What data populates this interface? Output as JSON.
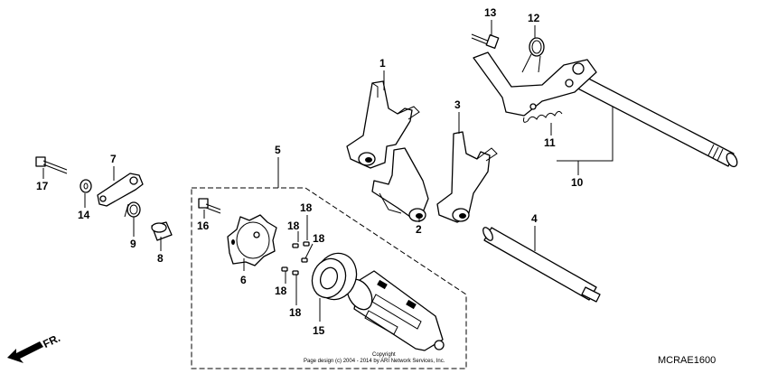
{
  "diagram": {
    "part_code": "MCRAE1600",
    "direction_label": "FR.",
    "copyright_line1": "Copyright",
    "copyright_line2": "Page design (c) 2004 - 2014 by ARI Network Services, Inc.",
    "callouts": [
      {
        "id": "c1",
        "label": "1"
      },
      {
        "id": "c2",
        "label": "2"
      },
      {
        "id": "c3",
        "label": "3"
      },
      {
        "id": "c4",
        "label": "4"
      },
      {
        "id": "c5",
        "label": "5"
      },
      {
        "id": "c6",
        "label": "6"
      },
      {
        "id": "c7",
        "label": "7"
      },
      {
        "id": "c8",
        "label": "8"
      },
      {
        "id": "c9",
        "label": "9"
      },
      {
        "id": "c10",
        "label": "10"
      },
      {
        "id": "c11",
        "label": "11"
      },
      {
        "id": "c12",
        "label": "12"
      },
      {
        "id": "c13",
        "label": "13"
      },
      {
        "id": "c14",
        "label": "14"
      },
      {
        "id": "c15",
        "label": "15"
      },
      {
        "id": "c16",
        "label": "16"
      },
      {
        "id": "c17",
        "label": "17"
      },
      {
        "id": "c18a",
        "label": "18"
      },
      {
        "id": "c18b",
        "label": "18"
      },
      {
        "id": "c18c",
        "label": "18"
      },
      {
        "id": "c18d",
        "label": "18"
      }
    ]
  }
}
